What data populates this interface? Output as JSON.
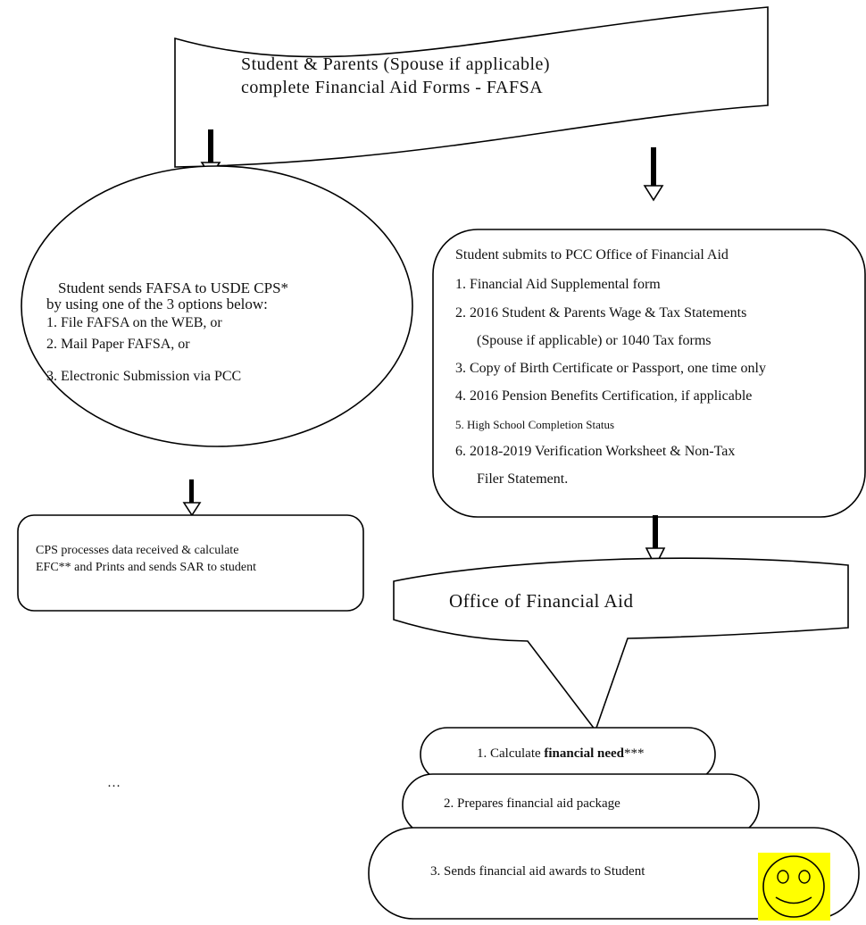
{
  "banner": {
    "line1": "Student & Parents (Spouse if applicable)",
    "line2": "complete Financial Aid Forms -  FAFSA"
  },
  "ellipse": {
    "line1": "Student sends FAFSA to USDE CPS*",
    "line2": "by using one of the 3 options below:",
    "items": [
      "1.  File FAFSA on the WEB, or",
      "2.  Mail Paper FAFSA, or",
      "3.  Electronic Submission via PCC"
    ]
  },
  "cps_box": {
    "line1": "CPS processes data received & calculate",
    "line2": "EFC** and Prints and sends SAR to student"
  },
  "submit_box": {
    "title": "Student submits to PCC Office of Financial Aid",
    "items": [
      "1.  Financial Aid Supplemental form",
      "2.  2016 Student & Parents Wage & Tax Statements",
      "(Spouse if applicable) or 1040 Tax forms",
      "3.  Copy of Birth Certificate or Passport, one time only",
      "4.  2016 Pension Benefits Certification, if applicable",
      "5.  High School Completion Status",
      "6.  2018-2019 Verification Worksheet & Non-Tax",
      "Filer Statement."
    ]
  },
  "callout": {
    "label": "Office of Financial Aid"
  },
  "steps": {
    "step1_prefix": "1. Calculate ",
    "step1_bold": "financial need",
    "step1_suffix": "***",
    "step2": "2.  Prepares financial aid package",
    "step3": "3.  Sends financial aid awards to Student"
  },
  "ellipsis_text": "…",
  "colors": {
    "smiley_bg": "#ffff00",
    "stroke": "#000000"
  },
  "icons": [
    "smiley-icon",
    "arrow-down-icon"
  ]
}
